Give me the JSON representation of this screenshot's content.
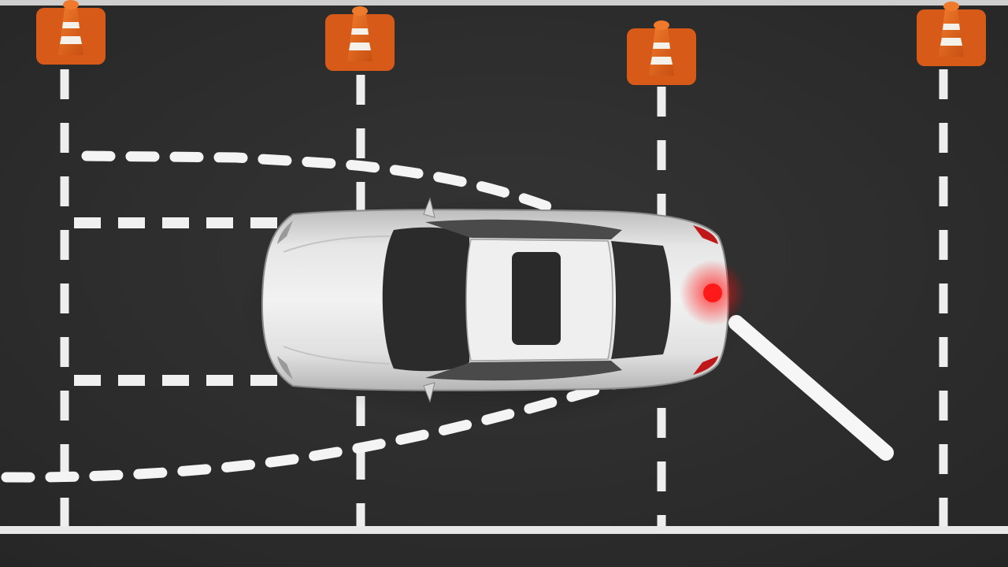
{
  "scene": {
    "subject": "parking-maneuver",
    "colors": {
      "asphalt": "#2e2e2e",
      "asphalt_dark": "#262626",
      "paint": "#f2f2f2",
      "cone": "#e8621e",
      "cone_stripe": "#f4f1ea",
      "car_body": "#d9d9d9",
      "car_glass": "#2b2b2b",
      "brake_light": "#ff1a1a"
    },
    "icons": [
      "traffic-cone",
      "car-top-view",
      "brake-light"
    ]
  }
}
